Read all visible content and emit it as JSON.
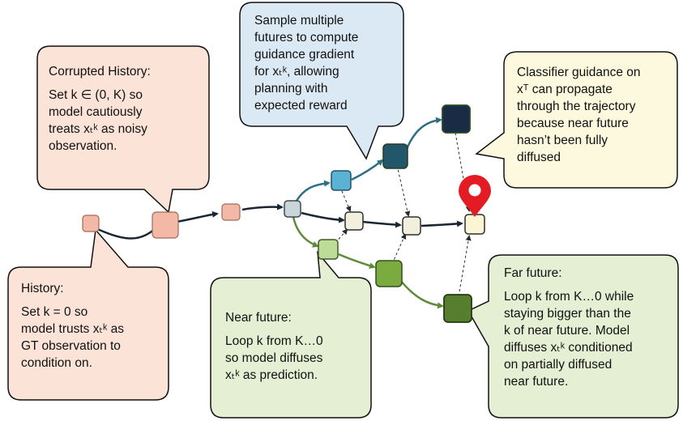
{
  "callouts": {
    "history": {
      "title": "History:",
      "lines": [
        "Set k = 0 so",
        "model trusts xₜᵏ as",
        "GT observation to",
        "condition on."
      ]
    },
    "corrupted_history": {
      "title": "Corrupted History:",
      "lines": [
        "Set k ∈ (0, K) so",
        "model cautiously",
        "treats xₜᵏ as noisy",
        "observation."
      ]
    },
    "sample_futures": {
      "lines": [
        "Sample multiple",
        "futures to compute",
        "guidance gradient",
        "for xₜᵏ, allowing",
        "planning with",
        "expected reward"
      ]
    },
    "classifier_guidance": {
      "lines": [
        "Classifier guidance on",
        "xᵀ can propagate",
        "through the trajectory",
        "because near future",
        "hasn’t been fully",
        "diffused"
      ]
    },
    "near_future": {
      "title": "Near future:",
      "lines": [
        "Loop k from K…0",
        "so model diffuses",
        "xₜᵏ as prediction."
      ]
    },
    "far_future": {
      "title": "Far future:",
      "lines": [
        "Loop k from K…0 while",
        "staying bigger than the",
        "k of near future. Model",
        "diffuses xₜᵏ conditioned",
        "on partially diffused",
        "near future."
      ]
    }
  },
  "colors": {
    "history_fill": "#fbe3d8",
    "history_node": "#f4b8a6",
    "sample_fill": "#dbe9f4",
    "guidance_fill": "#fcf9de",
    "future_fill": "#e5efd3",
    "teal_path": "#2e6f86",
    "green_path": "#5f8a3a",
    "main_path": "#1c2632",
    "marker": "#e31b23"
  },
  "icons": [
    "map-pin-icon"
  ]
}
